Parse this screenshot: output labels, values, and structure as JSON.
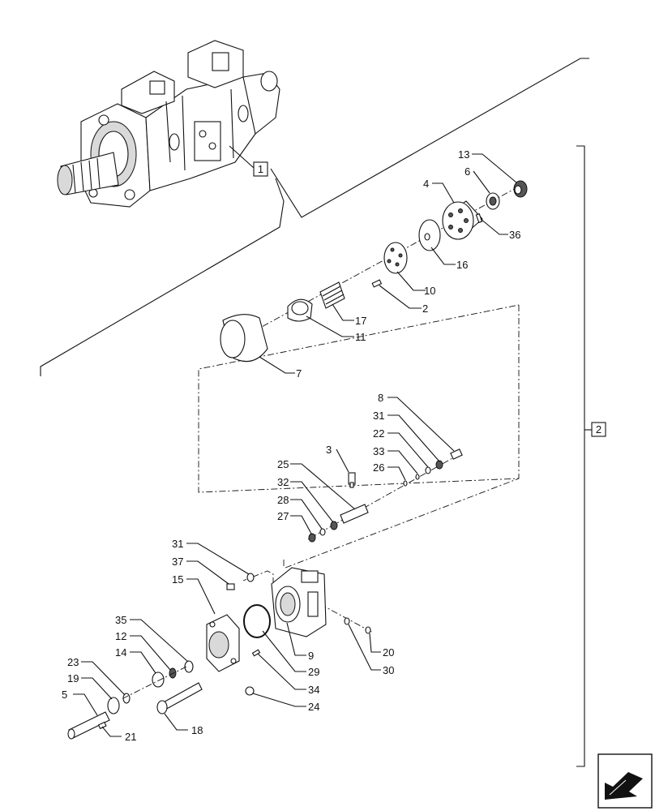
{
  "callouts": [
    {
      "id": "1",
      "label": "1",
      "boxed": true
    },
    {
      "id": "2",
      "label": "2",
      "boxed": true
    },
    {
      "id": "13",
      "label": "13"
    },
    {
      "id": "6",
      "label": "6"
    },
    {
      "id": "4",
      "label": "4"
    },
    {
      "id": "36",
      "label": "36"
    },
    {
      "id": "16",
      "label": "16"
    },
    {
      "id": "10",
      "label": "10"
    },
    {
      "id": "2b",
      "label": "2"
    },
    {
      "id": "17",
      "label": "17"
    },
    {
      "id": "11",
      "label": "11"
    },
    {
      "id": "7",
      "label": "7"
    },
    {
      "id": "8",
      "label": "8"
    },
    {
      "id": "31a",
      "label": "31"
    },
    {
      "id": "22",
      "label": "22"
    },
    {
      "id": "3",
      "label": "3"
    },
    {
      "id": "33",
      "label": "33"
    },
    {
      "id": "25",
      "label": "25"
    },
    {
      "id": "26",
      "label": "26"
    },
    {
      "id": "32",
      "label": "32"
    },
    {
      "id": "28",
      "label": "28"
    },
    {
      "id": "27",
      "label": "27"
    },
    {
      "id": "31b",
      "label": "31"
    },
    {
      "id": "37",
      "label": "37"
    },
    {
      "id": "15",
      "label": "15"
    },
    {
      "id": "35",
      "label": "35"
    },
    {
      "id": "12",
      "label": "12"
    },
    {
      "id": "14",
      "label": "14"
    },
    {
      "id": "23",
      "label": "23"
    },
    {
      "id": "19",
      "label": "19"
    },
    {
      "id": "5",
      "label": "5"
    },
    {
      "id": "21",
      "label": "21"
    },
    {
      "id": "18",
      "label": "18"
    },
    {
      "id": "24",
      "label": "24"
    },
    {
      "id": "34",
      "label": "34"
    },
    {
      "id": "29",
      "label": "29"
    },
    {
      "id": "9",
      "label": "9"
    },
    {
      "id": "20",
      "label": "20"
    },
    {
      "id": "30",
      "label": "30"
    }
  ],
  "nav_icon": "next-page-arrow-icon"
}
